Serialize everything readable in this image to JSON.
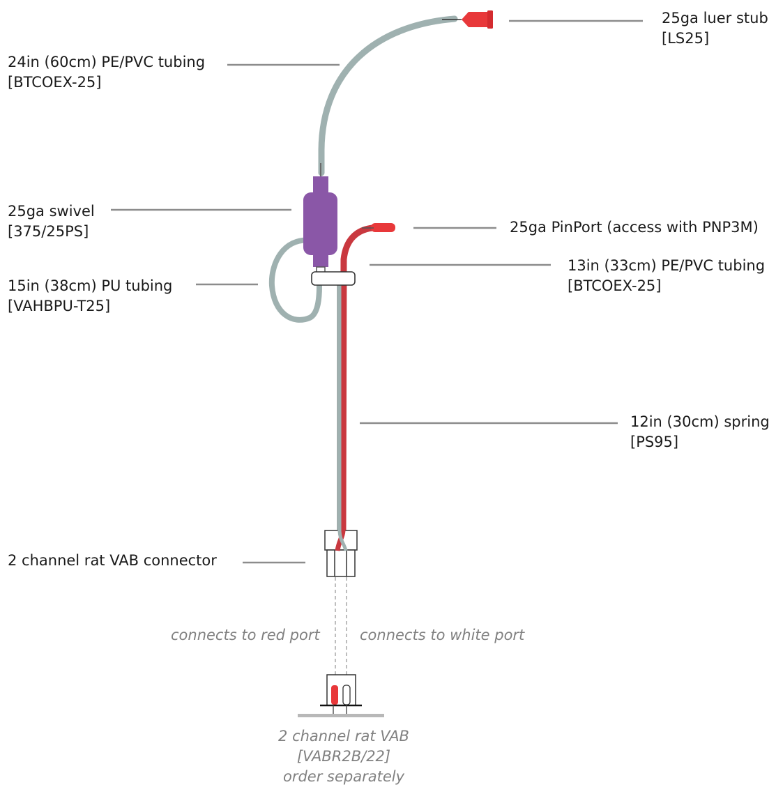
{
  "colors": {
    "tube": "#9fb1b0",
    "red": "#e8383a",
    "red_tube": "#c9383f",
    "purple": "#8a57a7",
    "leader": "#8c8c8c",
    "note": "#808080"
  },
  "labels": {
    "luer_stub": {
      "name": "25ga luer stub",
      "code": "[LS25]"
    },
    "tubing_24": {
      "name": "24in (60cm) PE/PVC tubing",
      "code": "[BTCOEX-25]"
    },
    "swivel": {
      "name": "25ga swivel",
      "code": "[375/25PS]"
    },
    "pinport": {
      "name": "25ga PinPort (access with PNP3M)"
    },
    "pu_tubing": {
      "name": "15in (38cm) PU tubing",
      "code": "[VAHBPU-T25]"
    },
    "tubing_13": {
      "name": "13in (33cm) PE/PVC tubing",
      "code": "[BTCOEX-25]"
    },
    "spring": {
      "name": "12in (30cm) spring",
      "code": "[PS95]"
    },
    "vab_connector": {
      "name": "2 channel rat VAB connector"
    }
  },
  "notes": {
    "red_port": "connects to red port",
    "white_port": "connects to white port"
  },
  "vab": {
    "line1": "2 channel rat VAB",
    "line2": "[VABR2B/22]",
    "line3": "order separately"
  }
}
